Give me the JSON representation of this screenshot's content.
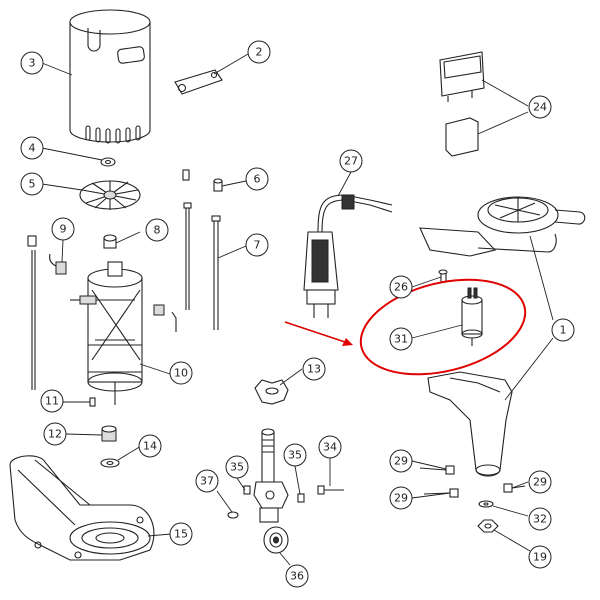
{
  "diagram": {
    "callouts": [
      "1",
      "2",
      "3",
      "4",
      "5",
      "6",
      "7",
      "8",
      "9",
      "10",
      "11",
      "12",
      "13",
      "14",
      "15",
      "19",
      "24",
      "26",
      "27",
      "29",
      "29",
      "29",
      "31",
      "32",
      "34",
      "35",
      "35",
      "36",
      "37"
    ],
    "highlight_color": "#e00000",
    "line_color": "#222222",
    "background": "#ffffff"
  }
}
